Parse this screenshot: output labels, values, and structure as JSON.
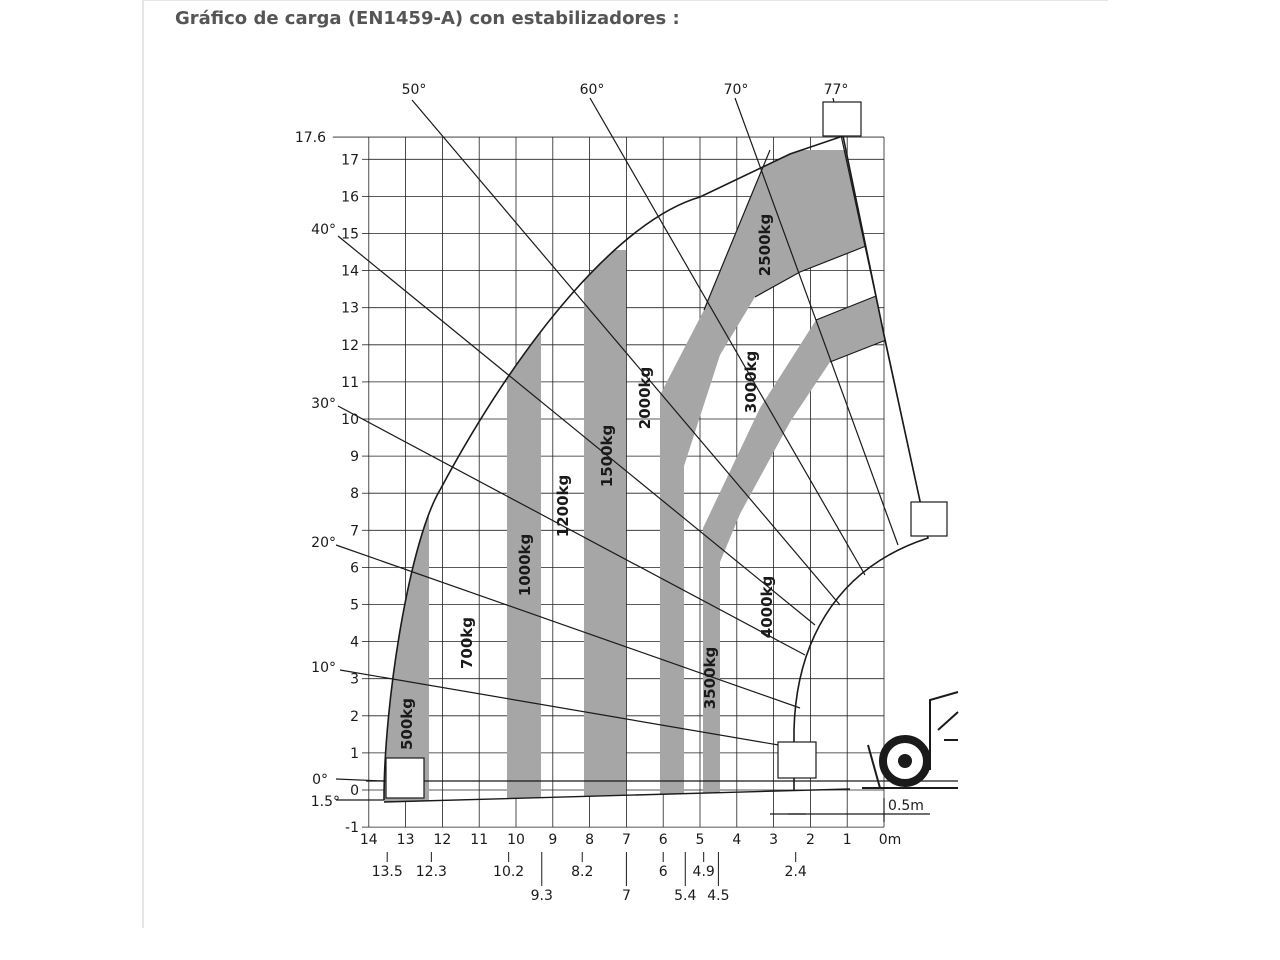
{
  "header": {
    "title": "Gráfico de carga (EN1459-A) con estabilizadores :"
  },
  "colors": {
    "zone_fill": "#a6a6a6",
    "line": "#1a1a1a",
    "grid": "#222222",
    "title_text": "#555555"
  },
  "chart": {
    "y_axis": {
      "top_label": "17.6",
      "ticks": [
        "-1",
        "0",
        "1",
        "2",
        "3",
        "4",
        "5",
        "6",
        "7",
        "8",
        "9",
        "10",
        "11",
        "12",
        "13",
        "14",
        "15",
        "16",
        "17"
      ]
    },
    "x_axis": {
      "ticks": [
        "14",
        "13",
        "12",
        "11",
        "10",
        "9",
        "8",
        "7",
        "6",
        "5",
        "4",
        "3",
        "2",
        "1",
        "0m"
      ],
      "sub_labels": [
        "13.5",
        "12.3",
        "10.2",
        "9.3",
        "8.2",
        "7",
        "6",
        "5.4",
        "4.9",
        "4.5",
        "2.4"
      ],
      "scale_note": "0.5m"
    },
    "angles": [
      "0°",
      "1.5°",
      "10°",
      "20°",
      "30°",
      "40°",
      "50°",
      "60°",
      "70°",
      "77°"
    ],
    "loads": [
      "500kg",
      "700kg",
      "1000kg",
      "1200kg",
      "1500kg",
      "2000kg",
      "2500kg",
      "3000kg",
      "3500kg",
      "4000kg"
    ]
  }
}
